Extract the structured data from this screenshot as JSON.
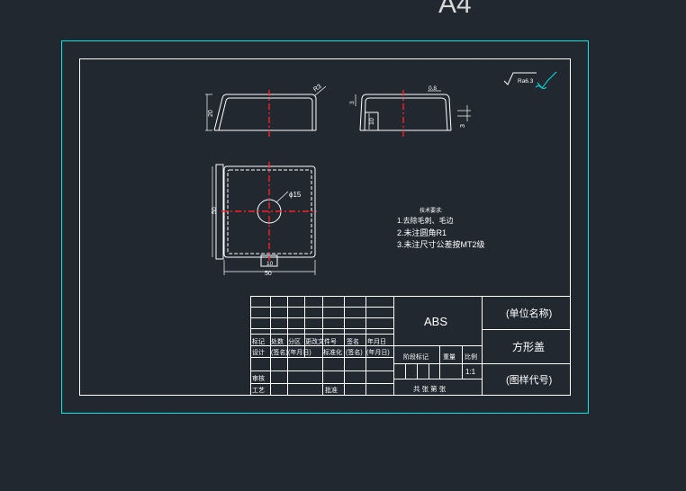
{
  "sheet": {
    "size_label": "A4",
    "roughness": "Ra6.3",
    "tolerance_symbol": "√"
  },
  "front_view": {
    "height": "20",
    "radius": "R3"
  },
  "side_view": {
    "wall": "3",
    "flange": "0.8",
    "depth": "10",
    "thickness": "3"
  },
  "top_view": {
    "side": "50",
    "bottom": "50",
    "hole_diameter": "ϕ15",
    "slot_width": "10"
  },
  "notes": {
    "title": "技术要求:",
    "items": [
      "1.去除毛刺、毛边",
      "2.未注圆角R1",
      "3.未注尺寸公差按MT2级"
    ]
  },
  "title_block": {
    "material": "ABS",
    "company": "(单位名称)",
    "part_name": "方形盖",
    "drawing_no": "(图样代号)",
    "scale": "1:1",
    "sheet_info": "共   张 第   张",
    "header_row": [
      "标记",
      "处数",
      "分区",
      "更改文件号",
      "签名",
      "年月日"
    ],
    "row_design": [
      "设计",
      "(签名)",
      "(年月日)",
      "标准化",
      "(签名)",
      "(年月日)"
    ],
    "stage_label": "阶段标记",
    "weight_label": "重量",
    "scale_label": "比例",
    "review": "审核",
    "process": "工艺",
    "approve": "批准"
  }
}
